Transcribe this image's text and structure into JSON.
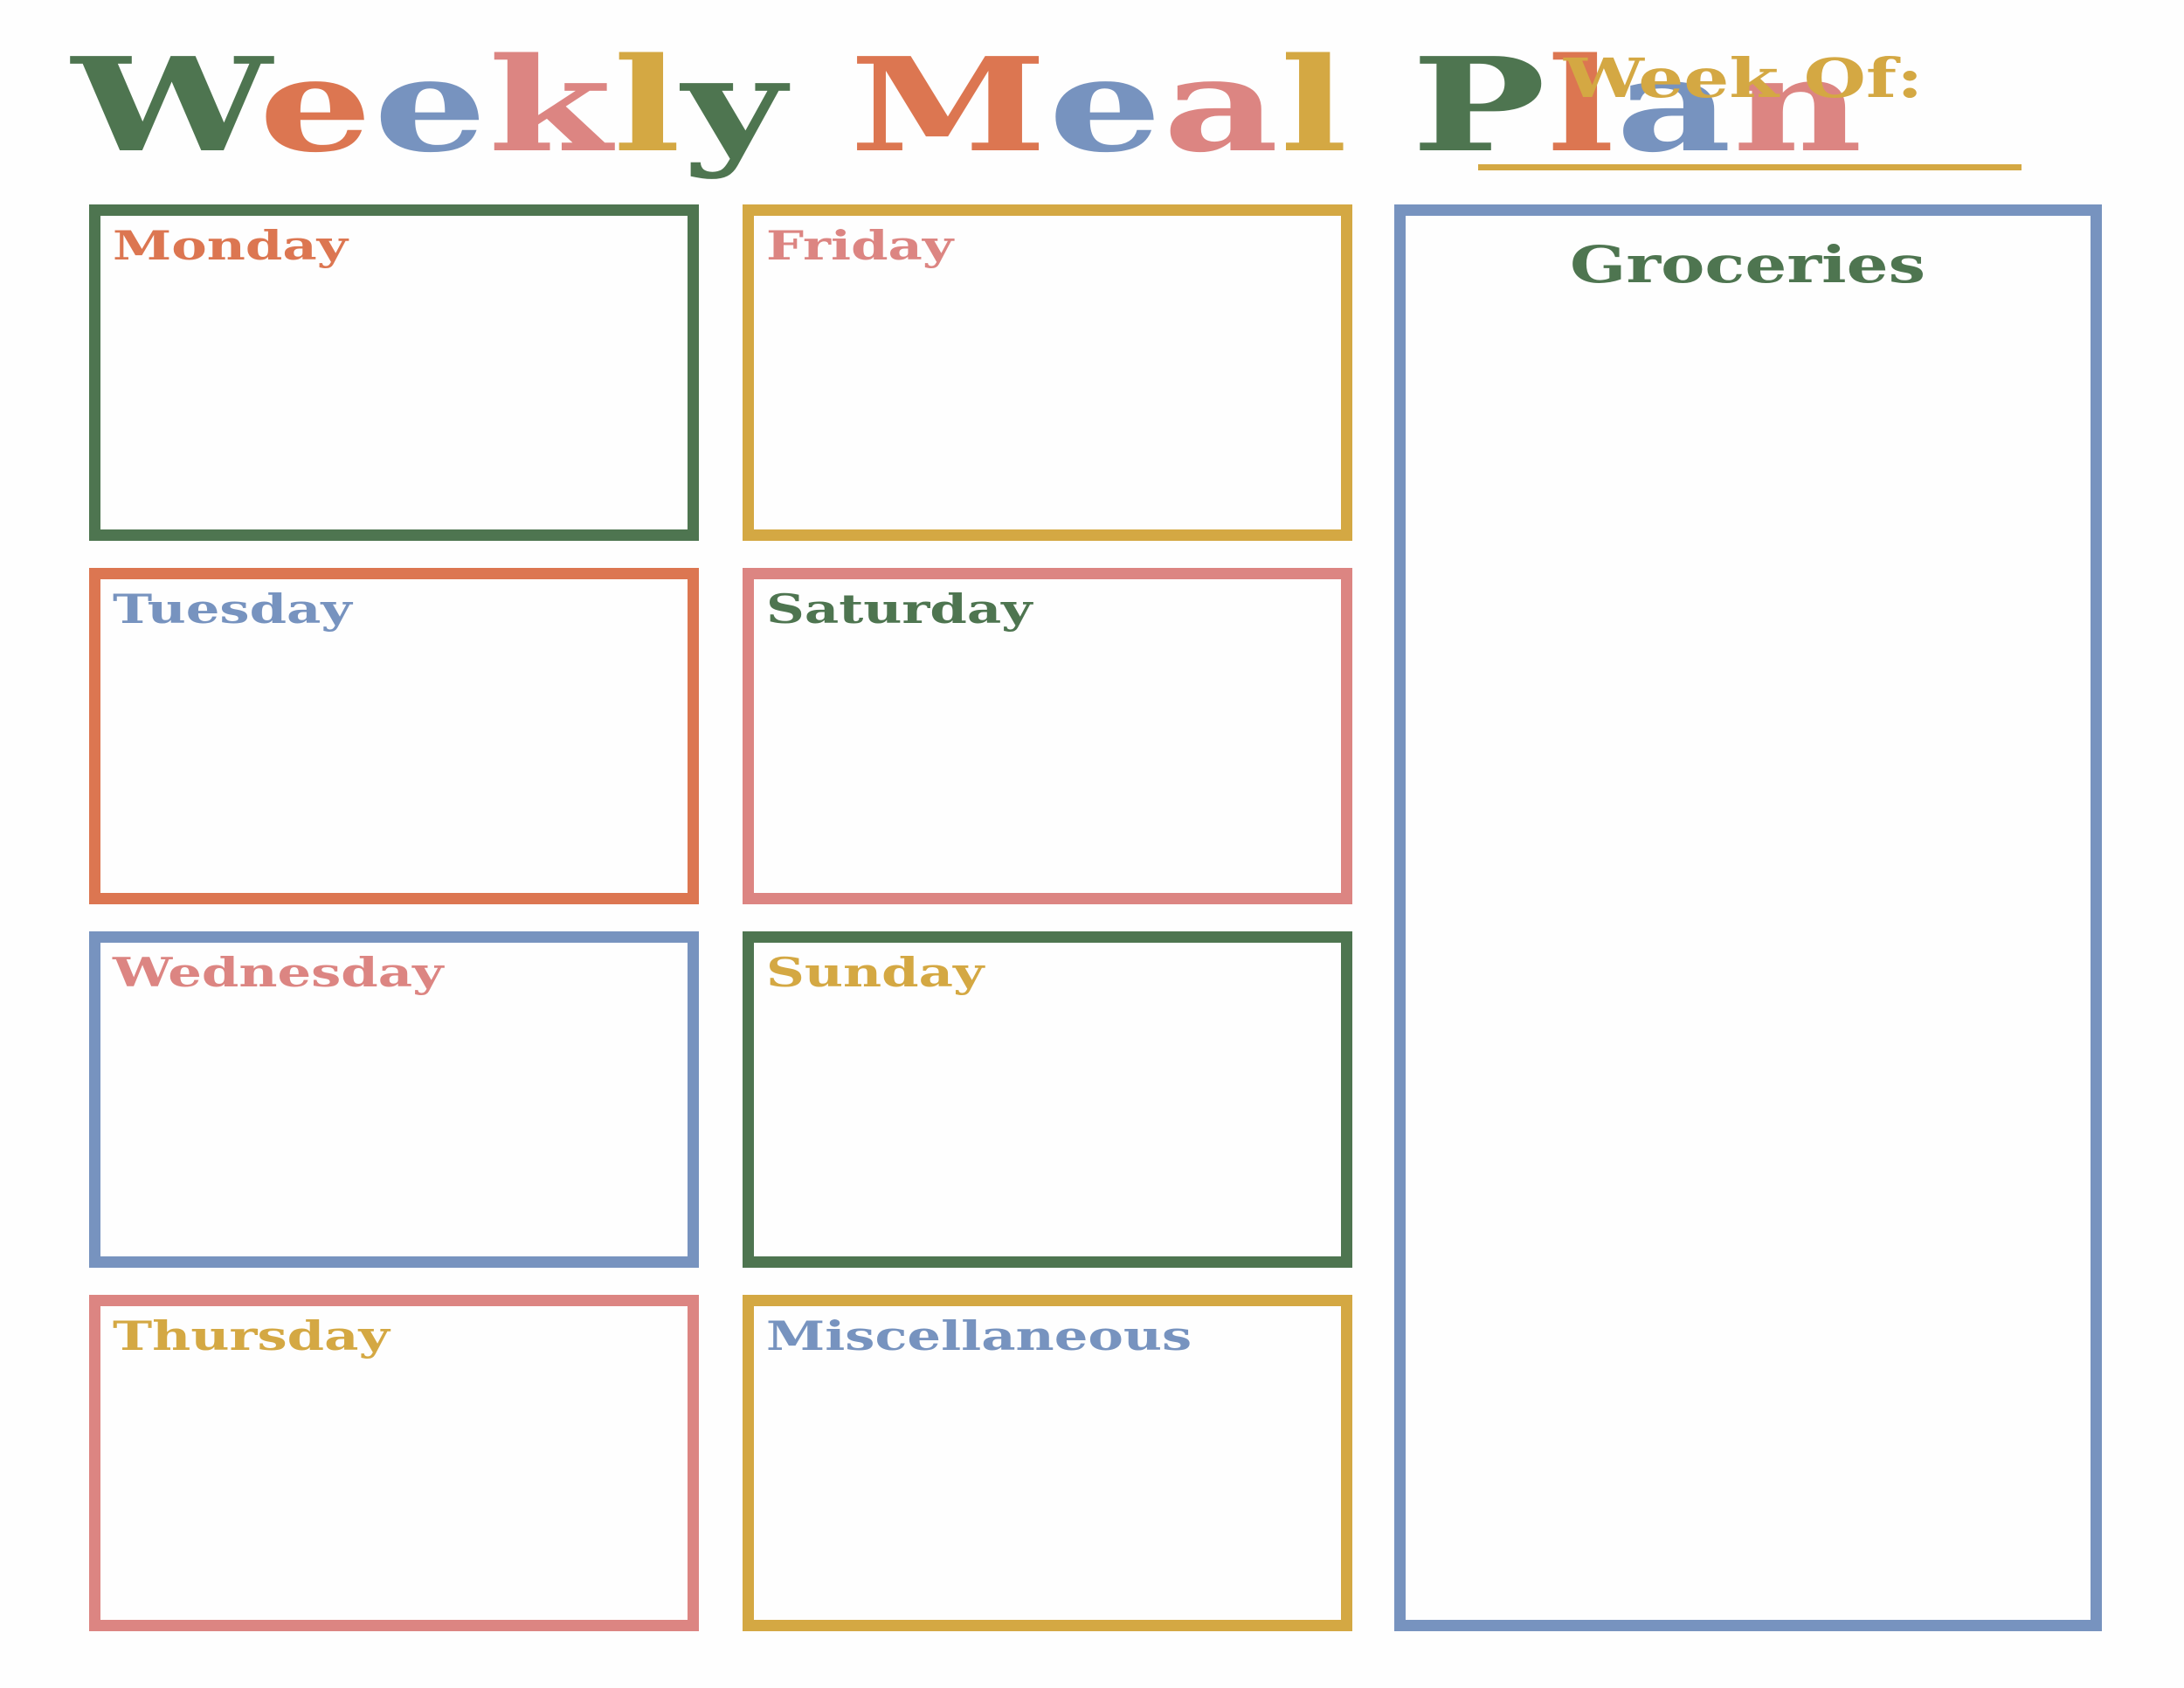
{
  "colors": {
    "green": "#4e7550",
    "orange": "#dc7651",
    "blue": "#7793bf",
    "pink": "#dc8582",
    "gold": "#d4a843",
    "background": "#fefefe"
  },
  "header": {
    "title": "Weekly Meal Plan",
    "title_letters": [
      {
        "char": "W",
        "color": "#4e7550"
      },
      {
        "char": "e",
        "color": "#dc7651"
      },
      {
        "char": "e",
        "color": "#7793bf"
      },
      {
        "char": "k",
        "color": "#dc8582"
      },
      {
        "char": "l",
        "color": "#d4a843"
      },
      {
        "char": "y",
        "color": "#4e7550"
      },
      {
        "char": " ",
        "color": "#4e7550"
      },
      {
        "char": "M",
        "color": "#dc7651"
      },
      {
        "char": "e",
        "color": "#7793bf"
      },
      {
        "char": "a",
        "color": "#dc8582"
      },
      {
        "char": "l",
        "color": "#d4a843"
      },
      {
        "char": " ",
        "color": "#4e7550"
      },
      {
        "char": "P",
        "color": "#4e7550"
      },
      {
        "char": "l",
        "color": "#dc7651"
      },
      {
        "char": "a",
        "color": "#7793bf"
      },
      {
        "char": "n",
        "color": "#dc8582"
      }
    ],
    "week_of_label": "Week Of:",
    "week_of_value": ""
  },
  "boxes": {
    "monday": {
      "label": "Monday",
      "border_color": "#4e7550",
      "label_color": "#dc7651"
    },
    "tuesday": {
      "label": "Tuesday",
      "border_color": "#dc7651",
      "label_color": "#7793bf"
    },
    "wednesday": {
      "label": "Wednesday",
      "border_color": "#7793bf",
      "label_color": "#dc8582"
    },
    "thursday": {
      "label": "Thursday",
      "border_color": "#dc8582",
      "label_color": "#d4a843"
    },
    "friday": {
      "label": "Friday",
      "border_color": "#d4a843",
      "label_color": "#dc8582"
    },
    "saturday": {
      "label": "Saturday",
      "border_color": "#dc8582",
      "label_color": "#4e7550"
    },
    "sunday": {
      "label": "Sunday",
      "border_color": "#4e7550",
      "label_color": "#d4a843"
    },
    "miscellaneous": {
      "label": "Miscellaneous",
      "border_color": "#d4a843",
      "label_color": "#7793bf"
    },
    "groceries": {
      "label": "Groceries",
      "border_color": "#7793bf",
      "label_color": "#4e7550"
    }
  }
}
